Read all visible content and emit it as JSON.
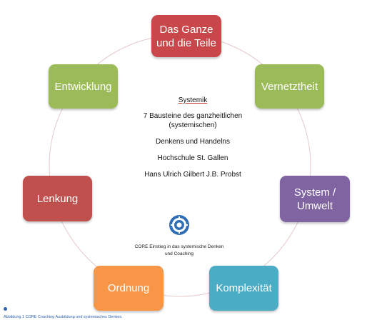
{
  "center": {
    "title": "Systemik",
    "line1": "7 Bausteine des ganzheitlichen\n(systemischen)",
    "line2": "Denkens und Handelns",
    "line3": "Hochschule St. Gallen",
    "line4": "Hans Ulrich Gilbert J.B. Probst"
  },
  "nodes": {
    "das_ganze": {
      "label": "Das Ganze\nund  die Teile",
      "color": "#c9474a"
    },
    "vernetztheit": {
      "label": "Vernetztheit",
      "color": "#9bbb59"
    },
    "system_umwelt": {
      "label": "System /\nUmwelt",
      "color": "#8064a2"
    },
    "komplexitaet": {
      "label": "Komplexität",
      "color": "#4bacc6"
    },
    "ordnung": {
      "label": "Ordnung",
      "color": "#f79646"
    },
    "lenkung": {
      "label": "Lenkung",
      "color": "#c0504d"
    },
    "entwicklung": {
      "label": "Entwicklung",
      "color": "#9bbb59"
    }
  },
  "logo": {
    "icon": "core-logo-icon",
    "caption": "CORE Einstieg in das systemische Denken\nund Coaching",
    "color": "#2f6db4"
  },
  "figure_caption": "Abbildung 1 CORE Coaching Ausbildung und systemisches Denken"
}
